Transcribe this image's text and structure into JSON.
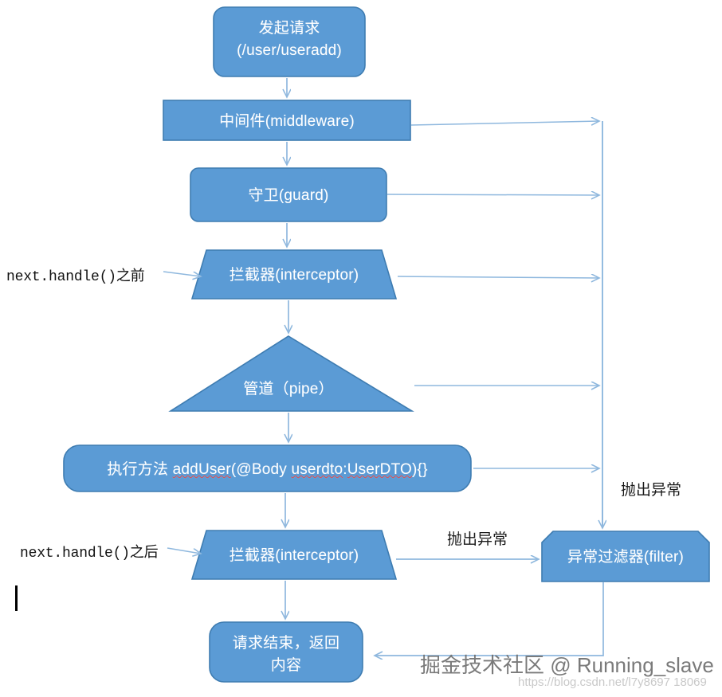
{
  "diagram": {
    "title": "NestJS request lifecycle flowchart",
    "colors": {
      "node_fill": "#5B9BD5",
      "node_stroke": "#3E7CB1",
      "arrow": "#8FB8DE",
      "arrow_dark": "#6FA3D2",
      "text_on_node": "#FFFFFF",
      "label_text": "#1B1B1B",
      "watermark": "#6F6F6F",
      "spellcheck_underline": "#E04A4A",
      "background": "#FFFFFF"
    },
    "nodes": [
      {
        "id": "request",
        "shape": "rounded-rect",
        "label": "发起请求\n(/user/useradd)"
      },
      {
        "id": "middleware",
        "shape": "rect",
        "label": "中间件(middleware)"
      },
      {
        "id": "guard",
        "shape": "rounded-rect",
        "label": "守卫(guard)"
      },
      {
        "id": "interceptor-before",
        "shape": "trapezoid",
        "label": "拦截器(interceptor)"
      },
      {
        "id": "pipe",
        "shape": "triangle",
        "label": "管道（pipe）"
      },
      {
        "id": "handler",
        "shape": "pill",
        "label_prefix": "执行方法 ",
        "label_code_1": "addUser",
        "label_code_mid": "(@Body ",
        "label_code_2": "userdto",
        "label_code_sep": ":",
        "label_code_3": "UserDTO",
        "label_code_suffix": "){}"
      },
      {
        "id": "interceptor-after",
        "shape": "trapezoid",
        "label": "拦截器(interceptor)"
      },
      {
        "id": "filter",
        "shape": "cut-corner-rect",
        "label": "异常过滤器(filter)"
      },
      {
        "id": "response",
        "shape": "rounded-rect",
        "label": "请求结束，返回\n内容"
      }
    ],
    "annotations": [
      {
        "id": "before-handle",
        "text": "next.handle()之前",
        "style": "mono"
      },
      {
        "id": "after-handle",
        "text": "next.handle()之后",
        "style": "mono"
      }
    ],
    "edge_labels": [
      {
        "id": "throw-exception-right",
        "text": "抛出异常"
      },
      {
        "id": "throw-exception-bottom",
        "text": "抛出异常"
      }
    ],
    "watermark": {
      "credit": "掘金技术社区 @ Running_slave",
      "url": "https://blog.csdn.net/l7y8697 18069"
    }
  }
}
